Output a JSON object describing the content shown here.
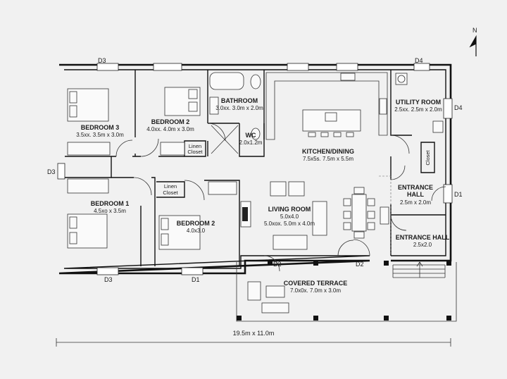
{
  "compass": {
    "label": "N"
  },
  "rooms": [
    {
      "id": "bedroom-3",
      "name": "BEDROOM 3",
      "dims": "3.5xx. 3.5m x 3.0m"
    },
    {
      "id": "bedroom-2-top",
      "name": "BEDROOM 2",
      "dims": "4.0xx. 4.0m x 3.0m"
    },
    {
      "id": "bathroom",
      "name": "BATHROOM",
      "dims": "3.0xx. 3.0m x 2.0m"
    },
    {
      "id": "wc",
      "name": "WC",
      "dims": "2.0x1.2m"
    },
    {
      "id": "kitchen-dining",
      "name": "KITCHEN/DINING",
      "dims": "7.5x5s. 7.5m x 5.5m"
    },
    {
      "id": "utility-room",
      "name": "UTILITY ROOM",
      "dims": "2.5xx. 2.5m x 2.0m"
    },
    {
      "id": "bedroom-1",
      "name": "BEDROOM 1",
      "dims": "4.5xo x 3.5m"
    },
    {
      "id": "bedroom-2-bottom",
      "name": "BEDROOM 2",
      "dims": "4.0x3.0"
    },
    {
      "id": "living-room",
      "name": "LIVING ROOM",
      "dims": "5.0x4.0",
      "dims2": "5.0xox. 5.0m x 4.0m"
    },
    {
      "id": "entrance-hall-1",
      "name": "ENTRANCE",
      "name2": "HALL",
      "dims": "2.5m x 2.0m"
    },
    {
      "id": "entrance-hall-2",
      "name": "ENTRANCE HALL",
      "dims": "2.5x2.0"
    },
    {
      "id": "covered-terrace",
      "name": "COVERED TERRACE",
      "dims": "7.0x0x. 7.0m x 3.0m"
    }
  ],
  "closets": {
    "linen_top": "Linen",
    "closet_top": "Closet",
    "linen_bottom": "Linen",
    "closet_bottom": "Closet",
    "closet_side": "Closet"
  },
  "doors": {
    "d1_bottom": "D1",
    "d1_right": "D1",
    "d2_left": "D2",
    "d2_right": "D2",
    "d3_top": "D3",
    "d3_left": "D3",
    "d3_bottom": "D3",
    "d4_top": "D4",
    "d4_right": "D4"
  },
  "overall_dimension": "19.5m x 11.0m"
}
